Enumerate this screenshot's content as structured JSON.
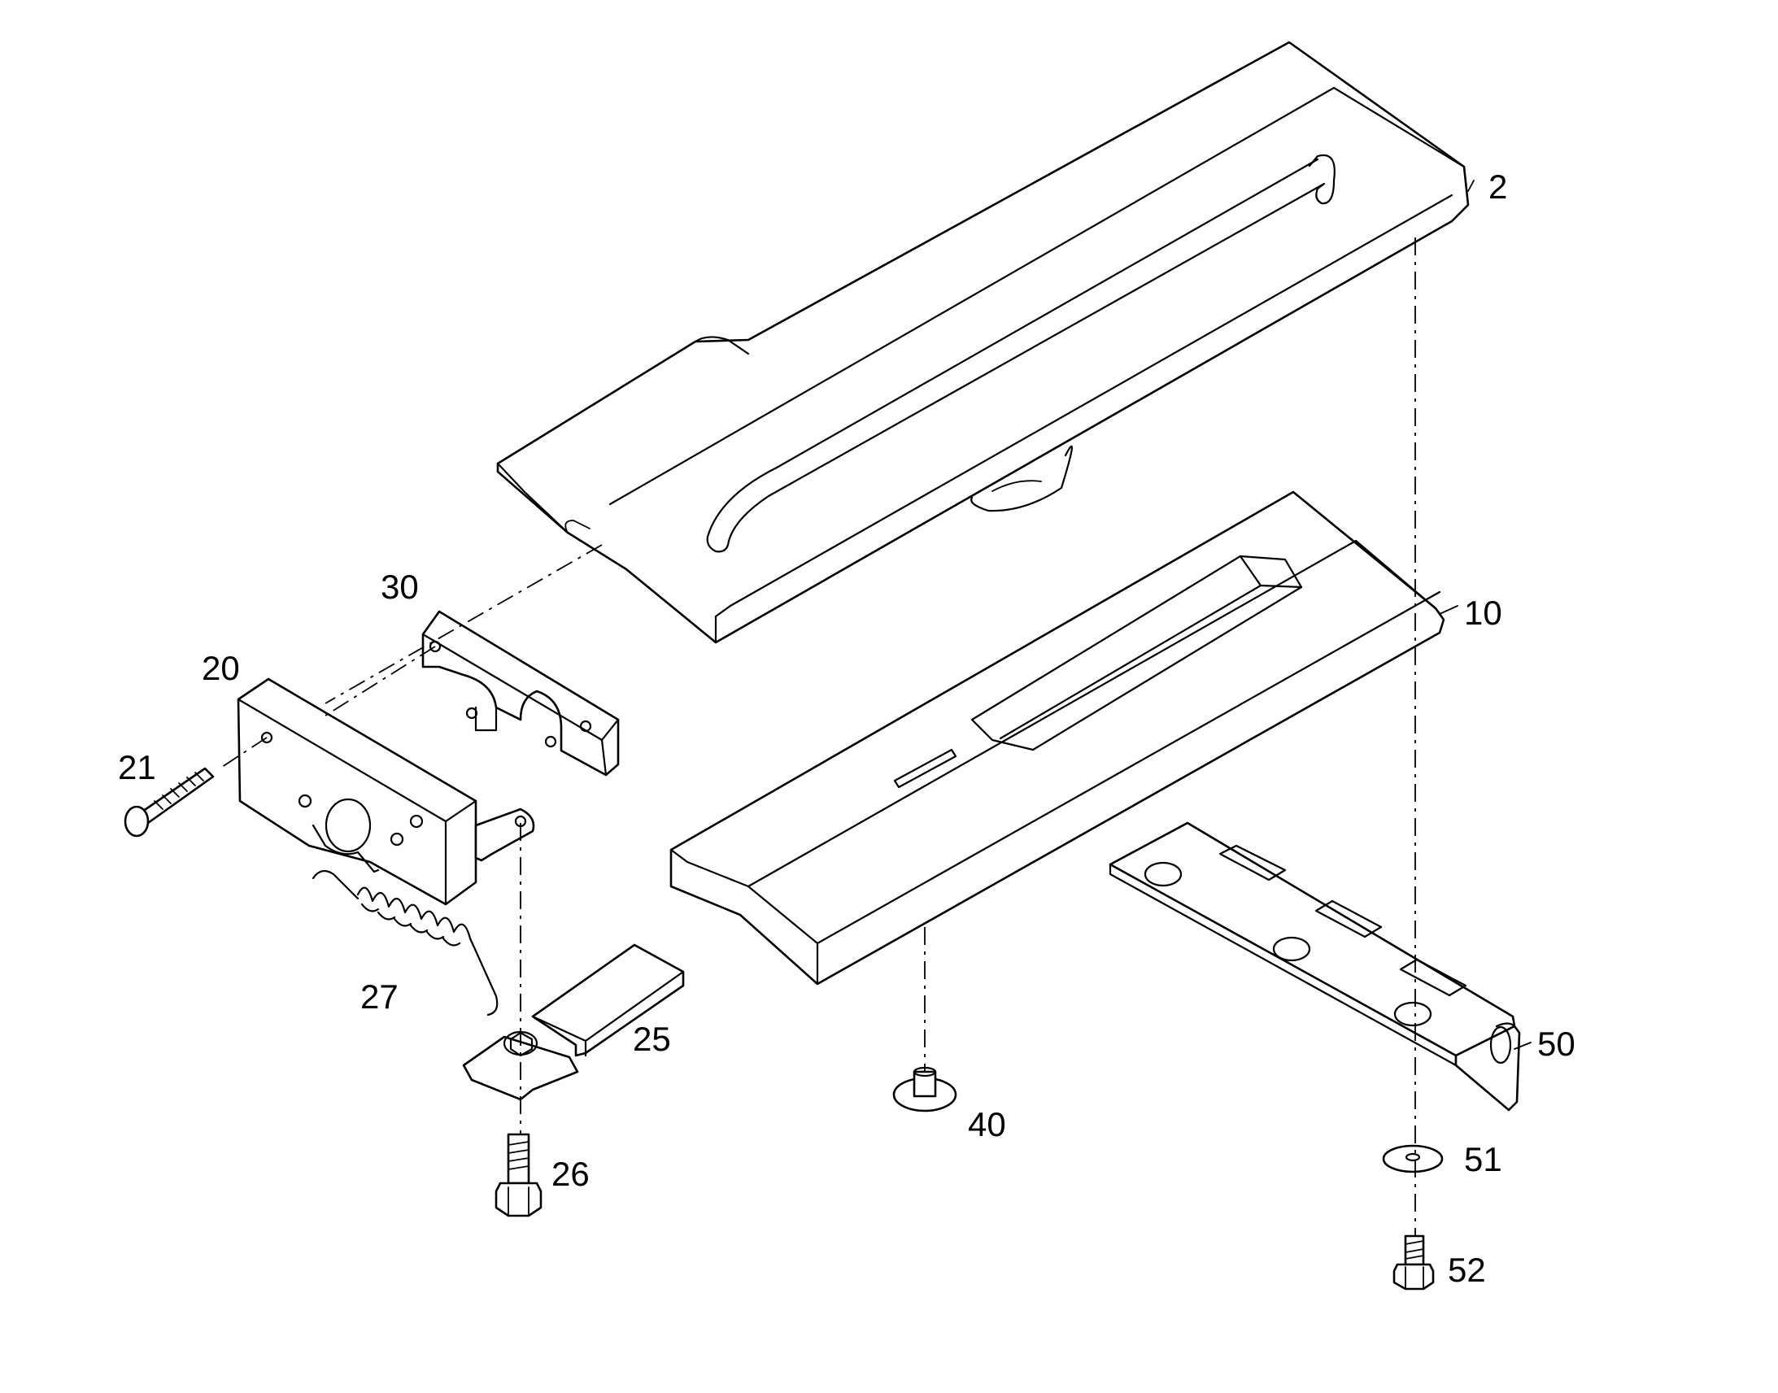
{
  "diagram": {
    "callouts": [
      {
        "id": "2",
        "label": "2"
      },
      {
        "id": "10",
        "label": "10"
      },
      {
        "id": "20",
        "label": "20"
      },
      {
        "id": "21",
        "label": "21"
      },
      {
        "id": "25",
        "label": "25"
      },
      {
        "id": "26",
        "label": "26"
      },
      {
        "id": "27",
        "label": "27"
      },
      {
        "id": "30",
        "label": "30"
      },
      {
        "id": "40",
        "label": "40"
      },
      {
        "id": "50",
        "label": "50"
      },
      {
        "id": "51",
        "label": "51"
      },
      {
        "id": "52",
        "label": "52"
      }
    ]
  }
}
